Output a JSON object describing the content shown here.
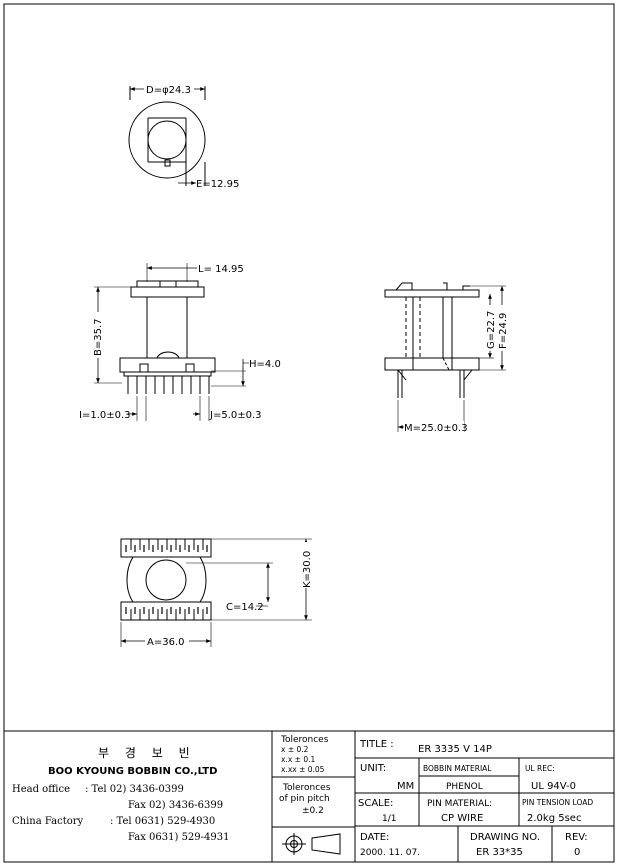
{
  "dimensions": {
    "d": "D=φ24.3",
    "e": "E=12.95",
    "l": "L= 14.95",
    "b": "B=35.7",
    "h": "H=4.0",
    "i": "I=1.0±0.3",
    "j": "J=5.0±0.3",
    "g": "G=22.7",
    "f": "F=24.9",
    "m": "M=25.0±0.3",
    "k": "K=30.0",
    "c": "C=14.2",
    "a": "A=36.0"
  },
  "company": {
    "korean_name": "부 경 보 빈",
    "name": "BOO KYOUNG BOBBIN CO.,LTD",
    "head_office_label": "Head office",
    "head_office_tel": ": Tel  02) 3436-0399",
    "head_office_fax": "Fax  02) 3436-6399",
    "factory_label": "China Factory",
    "factory_tel": ": Tel 0631) 529-4930",
    "factory_fax": "Fax 0631) 529-4931"
  },
  "tolerances": {
    "title": "Toleronces",
    "x": "x    ± 0.2",
    "xx": "x.x   ± 0.1",
    "xxx": "x.xx  ± 0.05",
    "pitch_title": "Toleronces",
    "pitch_line": "of pin pitch",
    "pitch_value": "±0.2"
  },
  "title_block": {
    "title_label": "TITLE :",
    "title_value": "ER 3335 V 14P",
    "unit_label": "UNIT:",
    "unit_value": "MM",
    "bobbin_material_label": "BOBBIN MATERIAL",
    "bobbin_material_value": "PHENOL",
    "ul_rec_label": "UL REC:",
    "ul_rec_value": "UL 94V-0",
    "scale_label": "SCALE:",
    "scale_value": "1/1",
    "pin_material_label": "PIN MATERIAL:",
    "pin_material_value": "CP WIRE",
    "pin_tension_label": "PIN TENSION LOAD",
    "pin_tension_value": "2.0kg 5sec",
    "date_label": "DATE:",
    "date_value": "2000. 11. 07.",
    "drawing_no_label": "DRAWING NO.",
    "drawing_no_value": "ER 33*35",
    "rev_label": "REV:",
    "rev_value": "0"
  }
}
